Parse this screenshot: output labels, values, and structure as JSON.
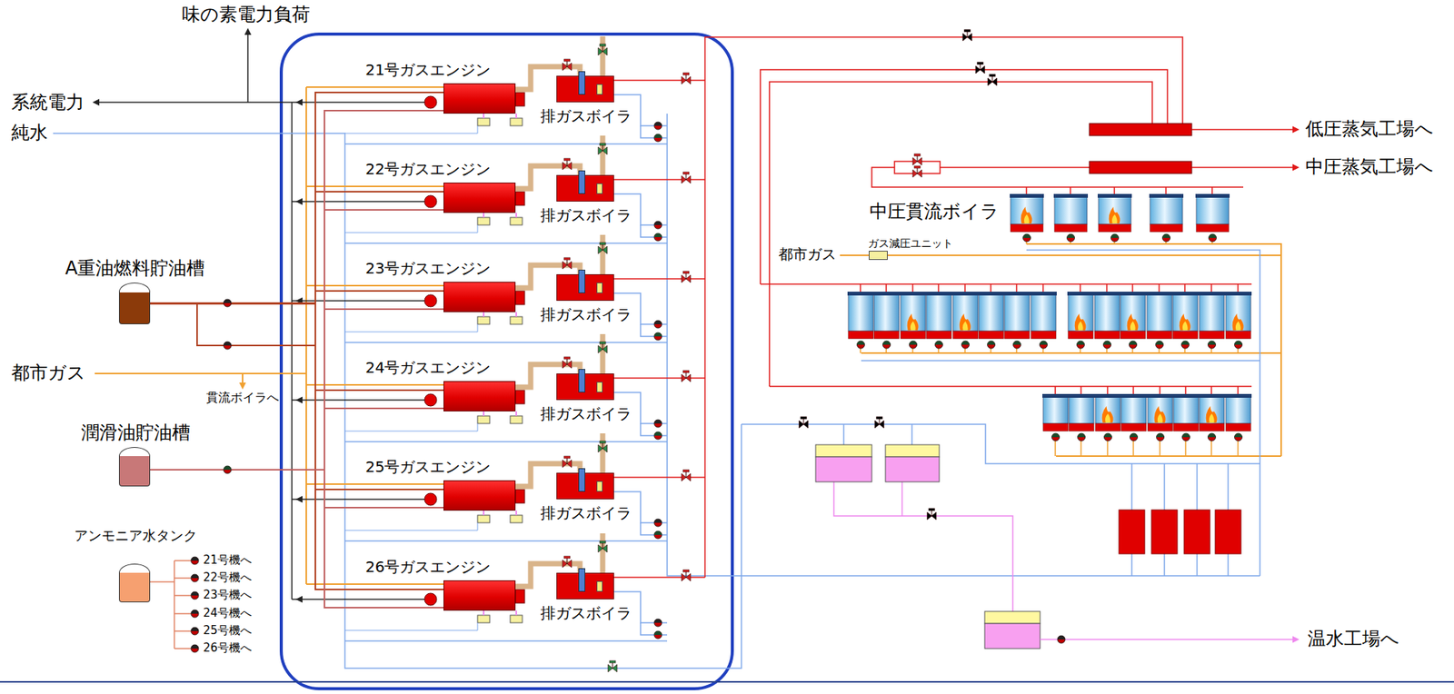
{
  "diagram": {
    "nodes": [
      {
        "text": [
          "21号ガスエンジン"
        ]
      },
      {
        "text": [
          "排ガスボイラ"
        ]
      },
      {
        "text": [
          "22号ガスエンジン"
        ]
      },
      {
        "text": [
          "排ガスボイラ"
        ]
      },
      {
        "text": [
          "23号ガスエンジン"
        ]
      },
      {
        "text": [
          "排ガスボイラ"
        ]
      },
      {
        "text": [
          "24号ガスエンジン"
        ]
      },
      {
        "text": [
          "排ガスボイラ"
        ]
      },
      {
        "text": [
          "25号ガスエンジン"
        ]
      },
      {
        "text": [
          "排ガスボイラ"
        ]
      },
      {
        "text": [
          "26号ガスエンジン"
        ]
      },
      {
        "text": [
          "排ガスボイラ"
        ]
      },
      {
        "text": [
          "A重油燃料貯油槽"
        ]
      },
      {
        "text": [
          "潤滑油貯油槽"
        ]
      },
      {
        "text": [
          "アンモニア水タンク"
        ]
      },
      {
        "text": [
          "ガス減圧ユニット"
        ]
      }
    ],
    "edges": [
      {
        "from": 0,
        "to": 1,
        "arrow": "none"
      },
      {
        "from": 2,
        "to": 3,
        "arrow": "none"
      },
      {
        "from": 4,
        "to": 5,
        "arrow": "none"
      },
      {
        "from": 6,
        "to": 7,
        "arrow": "none"
      },
      {
        "from": 8,
        "to": 9,
        "arrow": "none"
      },
      {
        "from": 10,
        "to": 11,
        "arrow": "none"
      },
      {
        "from": 12,
        "to": 0,
        "arrow": "none"
      },
      {
        "from": 12,
        "to": 2,
        "arrow": "none"
      },
      {
        "from": 12,
        "to": 4,
        "arrow": "none"
      },
      {
        "from": 12,
        "to": 6,
        "arrow": "none"
      },
      {
        "from": 12,
        "to": 8,
        "arrow": "none"
      },
      {
        "from": 12,
        "to": 10,
        "arrow": "none"
      },
      {
        "from": 13,
        "to": 0,
        "arrow": "none"
      },
      {
        "from": 13,
        "to": 2,
        "arrow": "none"
      },
      {
        "from": 13,
        "to": 4,
        "arrow": "none"
      },
      {
        "from": 13,
        "to": 6,
        "arrow": "none"
      },
      {
        "from": 13,
        "to": 8,
        "arrow": "none"
      },
      {
        "from": 13,
        "to": 10,
        "arrow": "none"
      }
    ],
    "labels": [
      "味の素電力負荷",
      "系統電力",
      "純水",
      "都市ガス",
      "貫流ボイラへ",
      "21号機へ",
      "22号機へ",
      "23号機へ",
      "24号機へ",
      "25号機へ",
      "26号機へ",
      "低圧蒸気工場へ",
      "中圧蒸気工場へ",
      "中圧貫流ボイラ",
      "都市ガス",
      "温水工場へ"
    ]
  }
}
